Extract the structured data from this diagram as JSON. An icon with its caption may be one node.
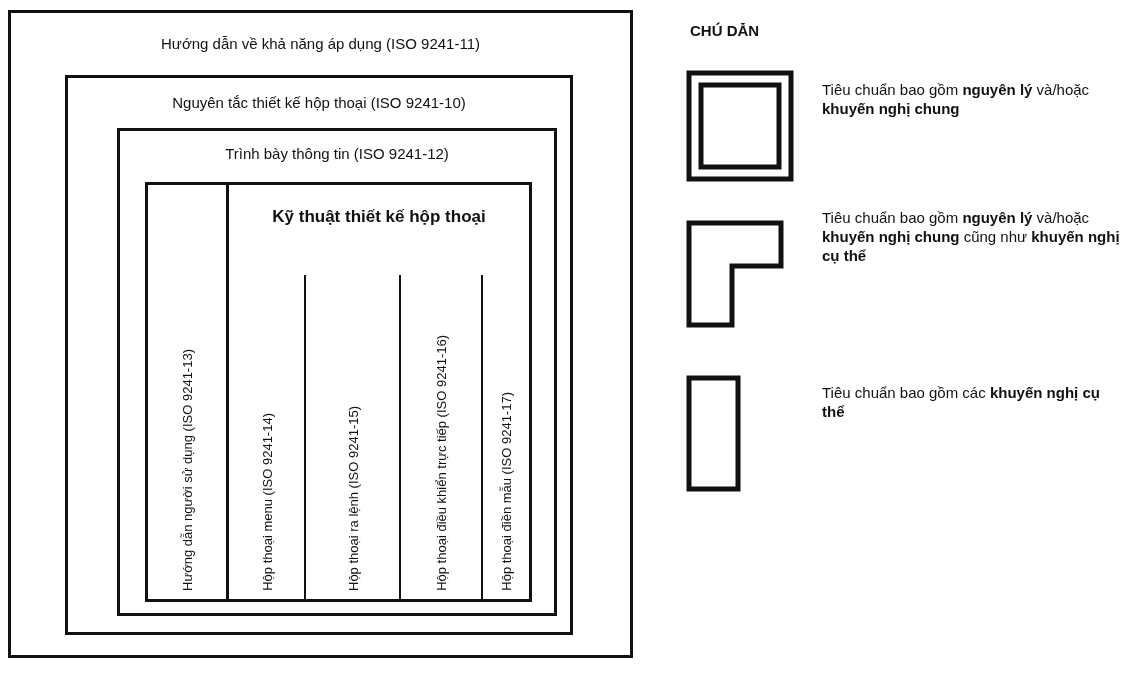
{
  "diagram": {
    "nodes": [
      {
        "text": [
          "Hướng dẫn về khả năng áp dụng (ISO 9241-11)"
        ]
      },
      {
        "text": [
          "Nguyên tắc thiết kế hộp thoại (ISO 9241-10)"
        ],
        "in": 0
      },
      {
        "text": [
          "Trình bày thông tin (ISO 9241-12)"
        ],
        "in": 1
      },
      {
        "text": [
          "Hướng dẫn người sử dụng (ISO 9241-13)"
        ],
        "in": 2
      },
      {
        "text": [
          "Kỹ thuật thiết kế hộp thoại"
        ],
        "in": 2
      },
      {
        "text": [
          "Hộp thoại menu (ISO 9241-14)"
        ],
        "in": 4
      },
      {
        "text": [
          "Hộp thoại ra lệnh (ISO 9241-15)"
        ],
        "in": 4
      },
      {
        "text": [
          "Hộp thoại điều khiển trực tiếp (ISO 9241-16)"
        ],
        "in": 4
      },
      {
        "text": [
          "Hộp thoại điền mẫu (ISO 9241-17)"
        ],
        "in": 4
      }
    ],
    "labels": [
      "CHÚ DẪN"
    ],
    "legend": [
      {
        "text": "Tiêu chuẩn bao gồm **nguyên lý** và/hoặc **khuyến nghị chung**"
      },
      {
        "text": "Tiêu chuẩn bao gồm **nguyên lý** và/hoặc **khuyến nghị chung** cũng như **khuyến nghị cụ thể**"
      },
      {
        "text": "Tiêu chuẩn bao gồm các **khuyến nghị cụ thể**"
      }
    ]
  }
}
